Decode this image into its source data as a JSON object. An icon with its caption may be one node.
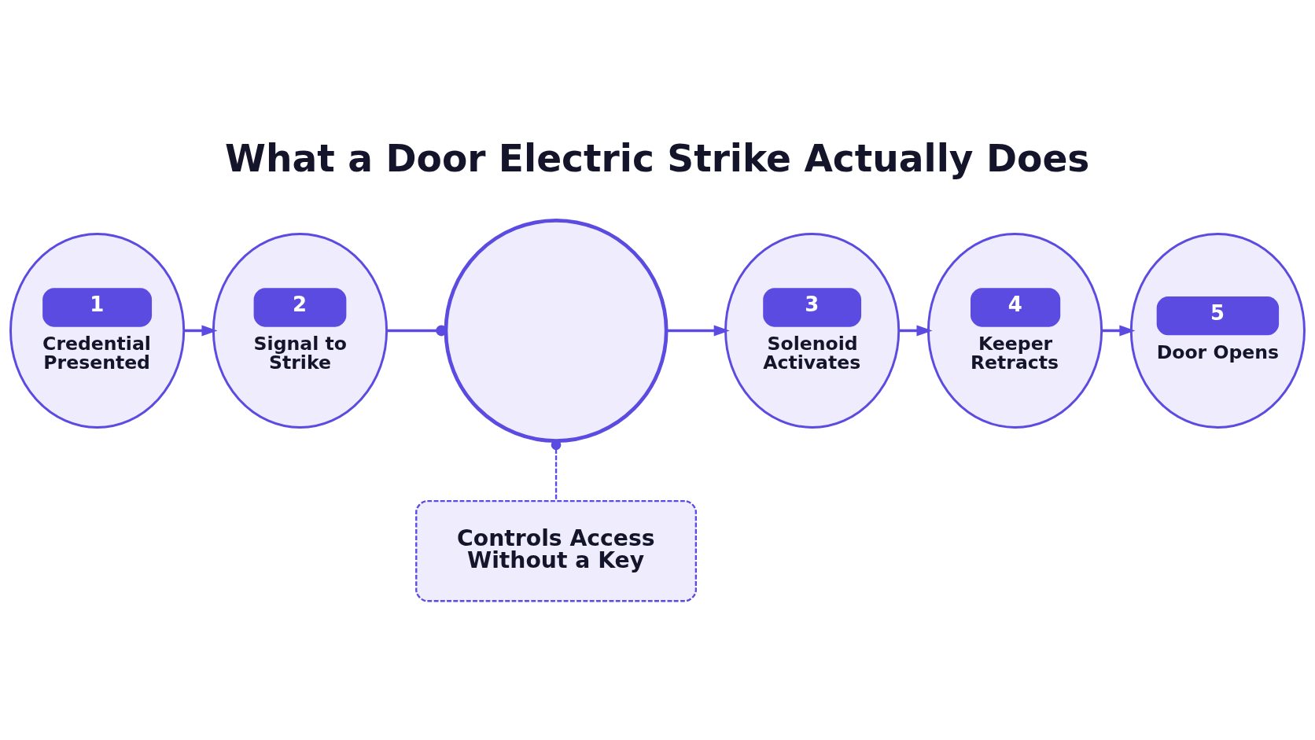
{
  "diagram": {
    "title": "What a Door Electric Strike Actually Does",
    "nodes": [
      {
        "text": [
          "1",
          "Credential Presented"
        ]
      },
      {
        "text": [
          "2",
          "Signal to Strike"
        ]
      },
      {
        "text": [],
        "shape": "circle"
      },
      {
        "text": [
          "3",
          "Solenoid Activates"
        ]
      },
      {
        "text": [
          "4",
          "Keeper Retracts"
        ]
      },
      {
        "text": [
          "5",
          "Door Opens"
        ]
      },
      {
        "text": [
          "Controls Access Without a Key"
        ]
      }
    ],
    "edges": [
      {
        "from": 0,
        "to": 1,
        "arrow": "to"
      },
      {
        "from": 1,
        "to": 2,
        "arrow": "other"
      },
      {
        "from": 2,
        "to": 3,
        "arrow": "to"
      },
      {
        "from": 3,
        "to": 4,
        "arrow": "to"
      },
      {
        "from": 4,
        "to": 5,
        "arrow": "to"
      },
      {
        "from": 6,
        "to": 2,
        "arrow": "other",
        "style": "dashed"
      }
    ]
  }
}
